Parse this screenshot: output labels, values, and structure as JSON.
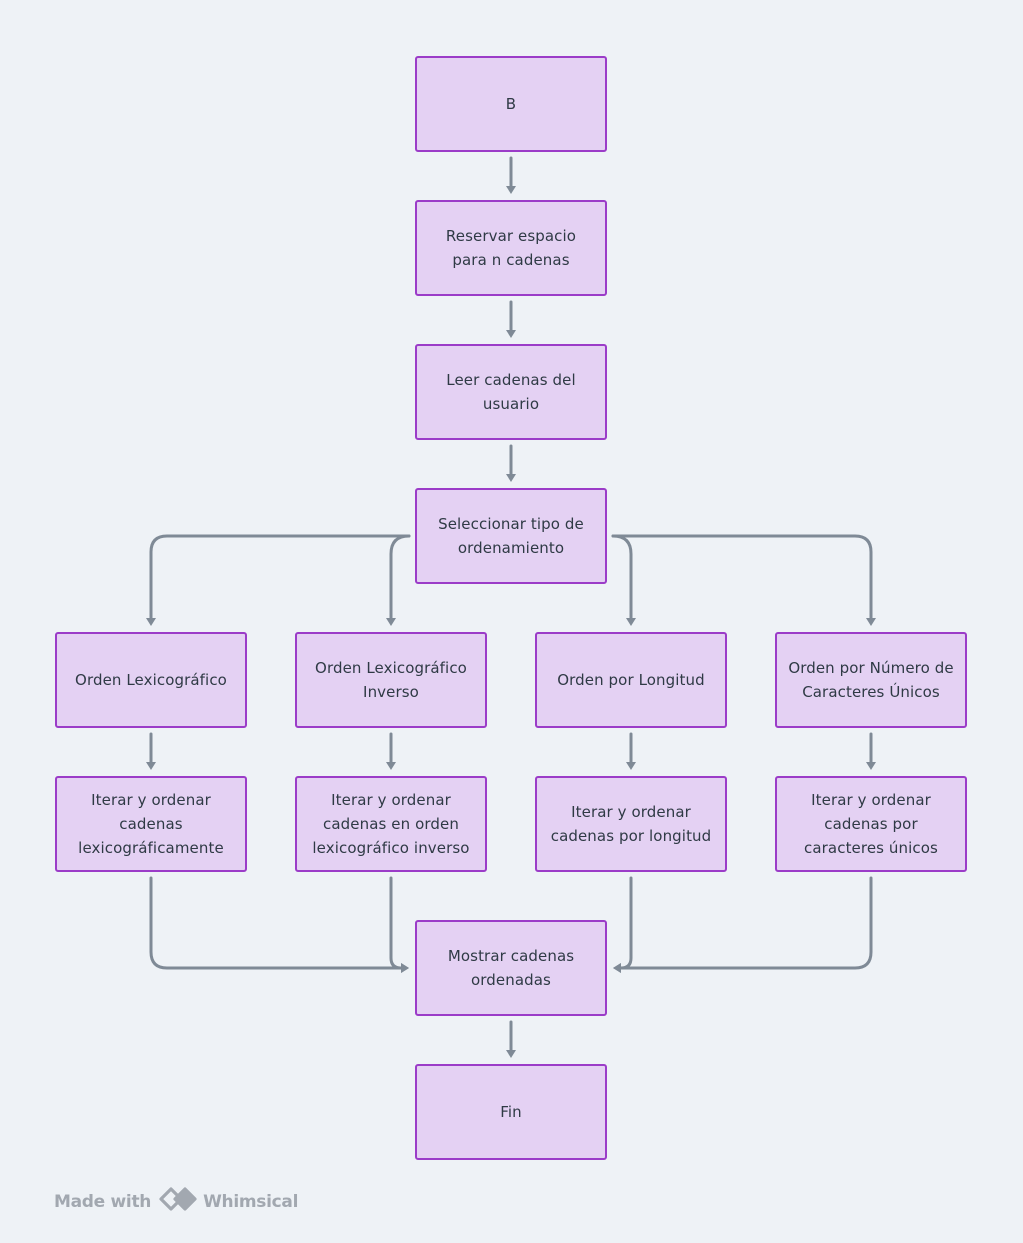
{
  "nodes": {
    "start": "B",
    "reserve": "Reservar espacio para n cadenas",
    "read": "Leer cadenas del usuario",
    "select": "Seleccionar tipo de ordenamiento",
    "lex": "Orden Lexicográfico",
    "lexinv": "Orden Lexicográfico Inverso",
    "length": "Orden por Longitud",
    "unique": "Orden por Número de Caracteres Únicos",
    "iter_lex": "Iterar y ordenar cadenas lexicográficamente",
    "iter_lexinv": "Iterar y ordenar cadenas en orden lexicográfico inverso",
    "iter_length": "Iterar y ordenar cadenas por longitud",
    "iter_unique": "Iterar y ordenar cadenas por caracteres únicos",
    "show": "Mostrar cadenas ordenadas",
    "end": "Fin"
  },
  "edges": [
    [
      "start",
      "reserve"
    ],
    [
      "reserve",
      "read"
    ],
    [
      "read",
      "select"
    ],
    [
      "select",
      "lex"
    ],
    [
      "select",
      "lexinv"
    ],
    [
      "select",
      "length"
    ],
    [
      "select",
      "unique"
    ],
    [
      "lex",
      "iter_lex"
    ],
    [
      "lexinv",
      "iter_lexinv"
    ],
    [
      "length",
      "iter_length"
    ],
    [
      "unique",
      "iter_unique"
    ],
    [
      "iter_lex",
      "show"
    ],
    [
      "iter_lexinv",
      "show"
    ],
    [
      "iter_length",
      "show"
    ],
    [
      "iter_unique",
      "show"
    ],
    [
      "show",
      "end"
    ]
  ],
  "colors": {
    "background": "#eef2f6",
    "node_fill": "#e4d1f3",
    "node_border": "#9b3cc8",
    "edge": "#7f8a96",
    "text": "#2f3a45"
  },
  "footer": {
    "made_with": "Made with",
    "brand": "Whimsical",
    "logo_icon": "whimsical-logo-icon"
  }
}
